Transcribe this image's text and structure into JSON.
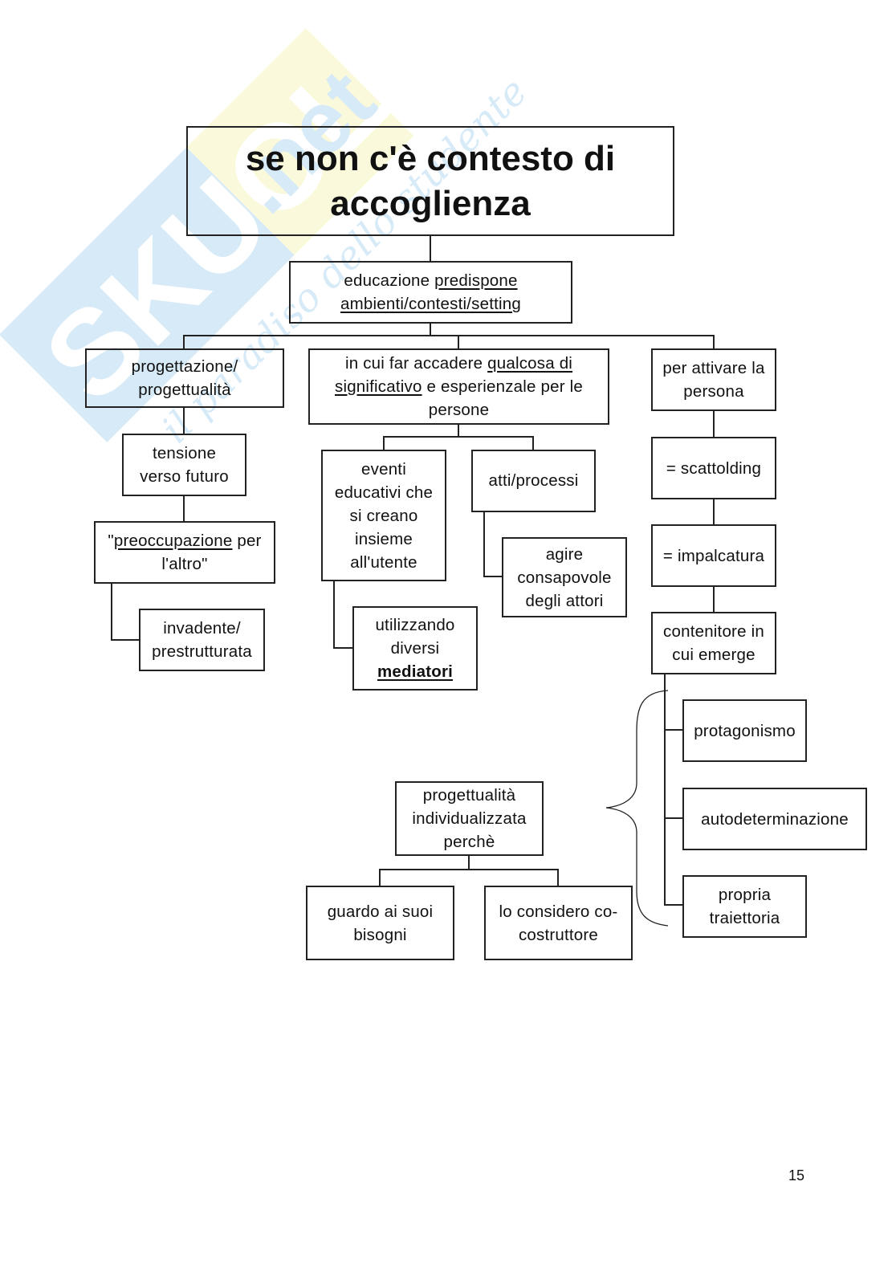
{
  "watermark": {
    "brand": "Skuola.net",
    "tagline": "il paradiso dello studente"
  },
  "title": [
    "se non c'è contesto di",
    "accoglienza"
  ],
  "educazione": {
    "l1a": "educazione ",
    "l1b": "predispone",
    "l2": "ambienti/contesti/setting"
  },
  "progettazione": [
    "progettazione/",
    "progettualità"
  ],
  "tensione": [
    "tensione",
    "verso futuro"
  ],
  "preoccupazione": {
    "l1a": "\"",
    "l1b": "preoccupazione",
    "l1c": " per",
    "l2": "l'altro\""
  },
  "invadente": [
    "invadente/",
    "prestrutturata"
  ],
  "in_cui": {
    "l1a": "in cui far accadere ",
    "l1b": "qualcosa di",
    "l2a": "significativo",
    "l2b": " e esperienzale per le",
    "l3": "persone"
  },
  "eventi": [
    "eventi",
    "educativi che",
    "si creano",
    "insieme",
    "all'utente"
  ],
  "atti": [
    "atti/processi"
  ],
  "agire": [
    "agire",
    "consapovole",
    "degli attori"
  ],
  "utilizzando": {
    "l1": "utilizzando",
    "l2": "diversi",
    "l3": "mediatori"
  },
  "attivare": [
    "per attivare la",
    "persona"
  ],
  "scattolding": "= scattolding",
  "impalcatura": "= impalcatura",
  "contenitore": [
    "contenitore in",
    "cui emerge"
  ],
  "protagonismo": "protagonismo",
  "autodeterminazione": "autodeterminazione",
  "propria": [
    "propria",
    "traiettoria"
  ],
  "progettualita_ind": [
    "progettualità",
    "individualizzata",
    "perchè"
  ],
  "guardo": [
    "guardo ai suoi",
    "bisogni"
  ],
  "considero": [
    "lo considero co-",
    "costruttore"
  ],
  "page_number": "15"
}
